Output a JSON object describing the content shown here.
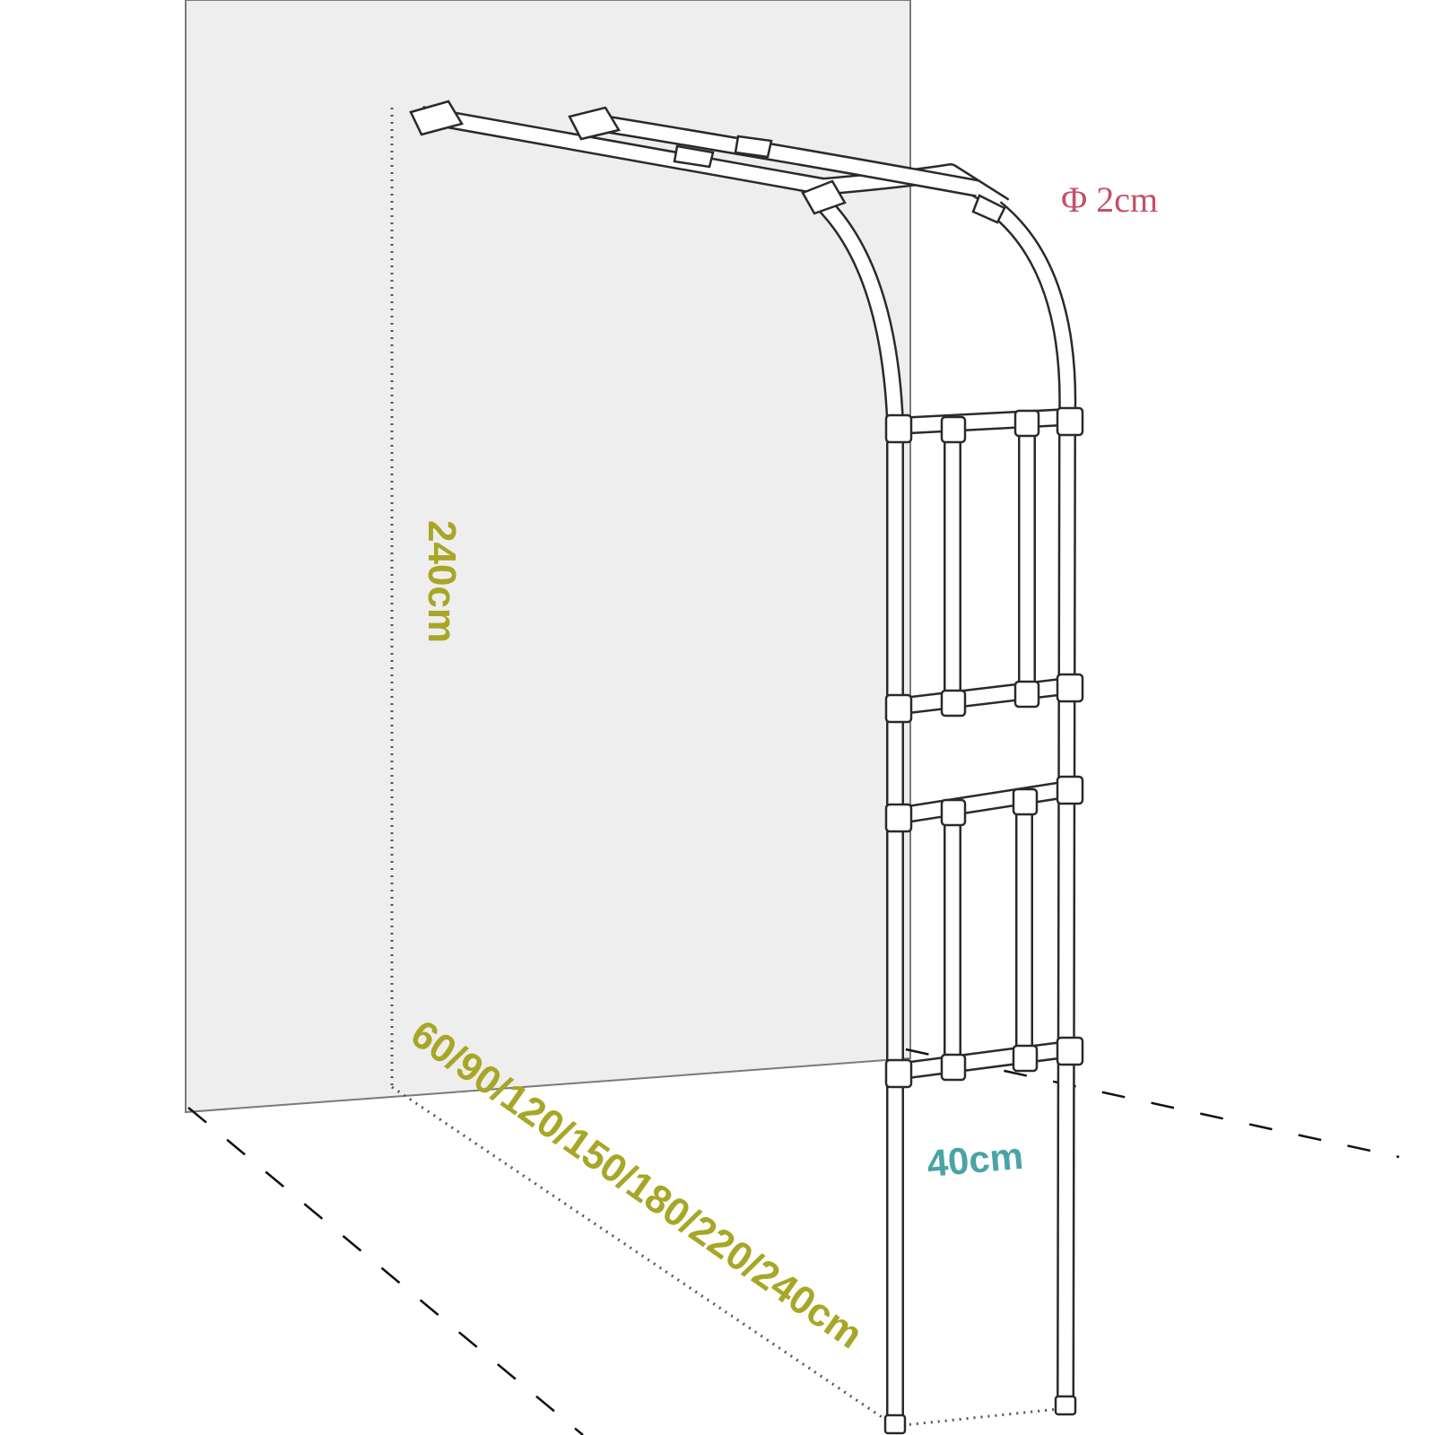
{
  "labels": {
    "height": "240cm",
    "width": "60/90/120/150/180/220/240cm",
    "depth": "40cm",
    "diameter": "Φ 2cm"
  },
  "colors": {
    "height_label": "#a8a626",
    "width_label": "#a8a626",
    "depth_label": "#4aa3a6",
    "diameter_label": "#c4506a",
    "wall": "#eeeeee",
    "line": "#2a2a2a"
  }
}
